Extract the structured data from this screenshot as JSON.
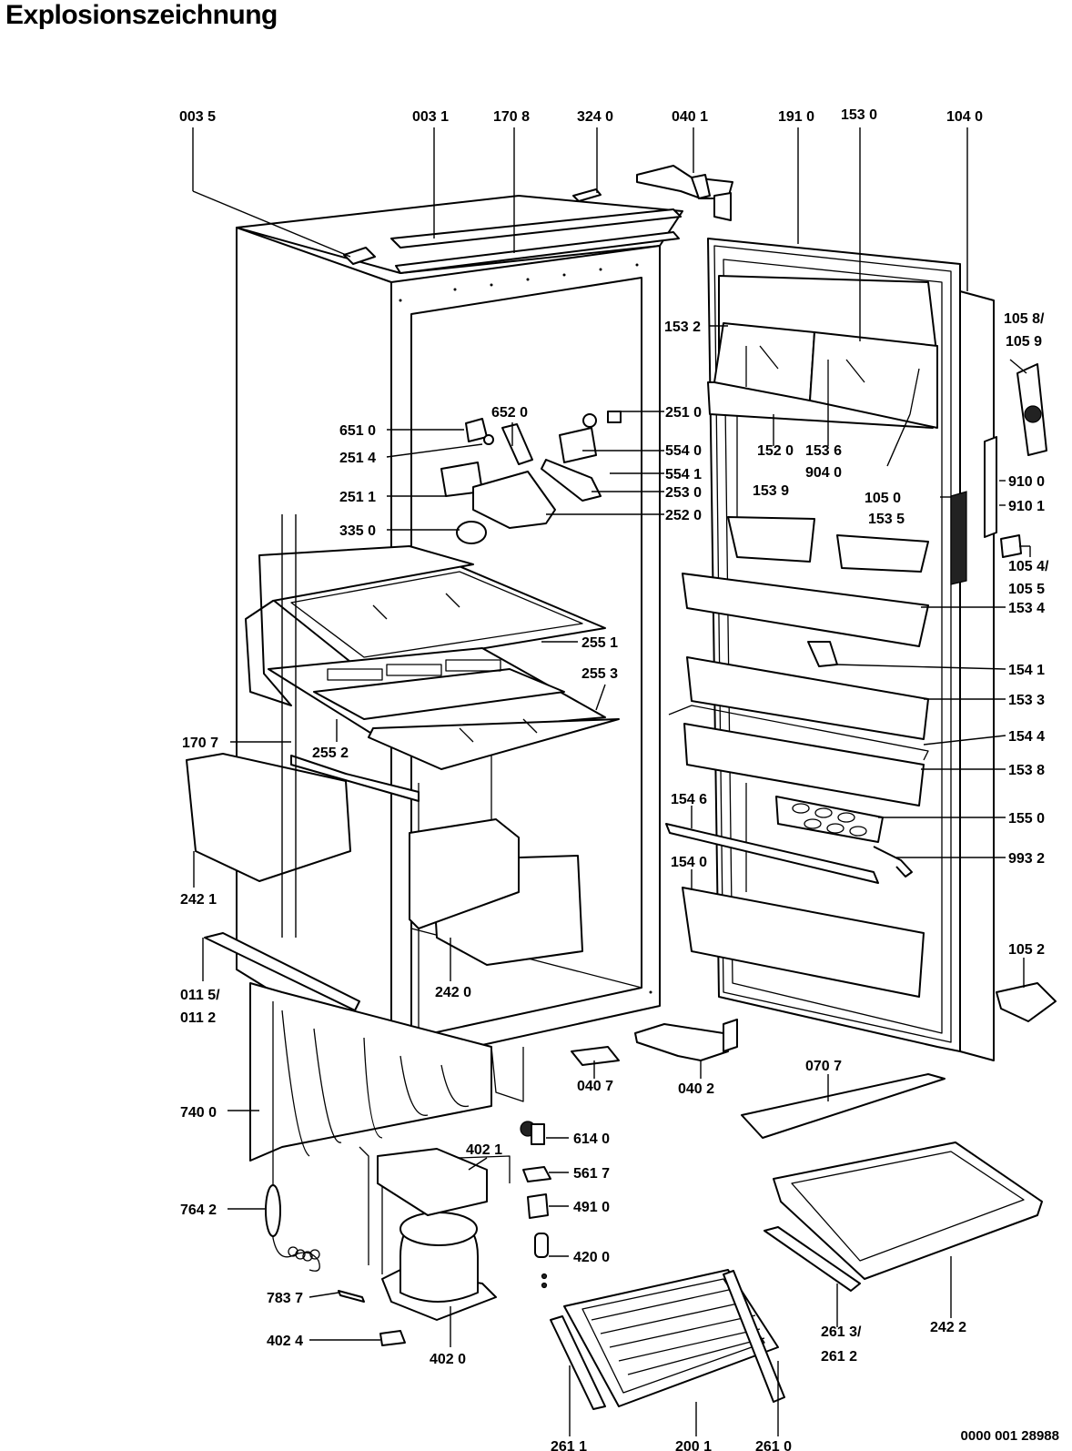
{
  "title": "Explosionszeichnung",
  "drawing_number": "0000 001 28988",
  "labels": {
    "l0035": "003 5",
    "l0031": "003 1",
    "l1708": "170 8",
    "l3240": "324 0",
    "l0401": "040 1",
    "l1910": "191 0",
    "l1530": "153 0",
    "l1040": "104 0",
    "l1058": "105 8/",
    "l1059": "105 9",
    "l1532": "153 2",
    "l6520": "652 0",
    "l6510": "651 0",
    "l2514": "251 4",
    "l2510": "251 0",
    "l5540": "554 0",
    "l5541": "554 1",
    "l2511": "251 1",
    "l2530": "253 0",
    "l2520": "252 0",
    "l3350": "335 0",
    "l1520": "152 0",
    "l1536": "153 6",
    "l9040": "904 0",
    "l9100": "910 0",
    "l9101": "910 1",
    "l1050": "105 0",
    "l1539": "153 9",
    "l1535": "153 5",
    "l1054": "105 4/",
    "l1055": "105 5",
    "l1534": "153 4",
    "l2551": "255 1",
    "l2553": "255 3",
    "l1541": "154 1",
    "l1533": "153 3",
    "l1707": "170 7",
    "l2552": "255 2",
    "l1544": "154 4",
    "l1538": "153 8",
    "l1546": "154 6",
    "l1550": "155 0",
    "l9932": "993 2",
    "l1540": "154 0",
    "l2421": "242 1",
    "l2420": "242 0",
    "l0115": "011 5/",
    "l0112": "011 2",
    "l1052": "105 2",
    "l0407": "040 7",
    "l0402": "040 2",
    "l0707": "070 7",
    "l7400": "740 0",
    "l6140": "614 0",
    "l4021": "402 1",
    "l5617": "561 7",
    "l7642": "764 2",
    "l4910": "491 0",
    "l4200": "420 0",
    "l7837": "783 7",
    "l4024": "402 4",
    "l4020": "402 0",
    "l2613": "261 3/",
    "l2612": "261 2",
    "l2422": "242 2",
    "l2611": "261 1",
    "l2001": "200 1",
    "l2610": "261 0"
  }
}
